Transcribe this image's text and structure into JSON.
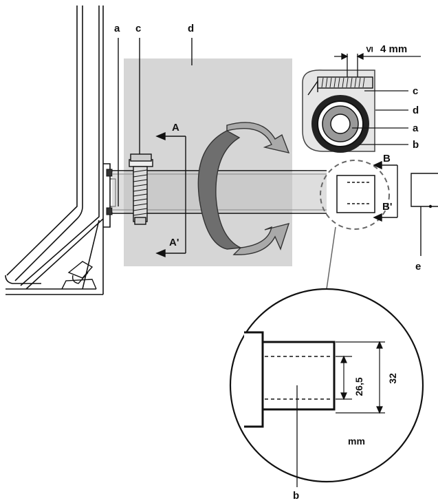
{
  "labels": {
    "a": "a",
    "b": "b",
    "c": "c",
    "d": "d",
    "e": "e",
    "A": "A",
    "A_prime": "A'",
    "B": "B",
    "B_prime": "B'"
  },
  "clamp_detail": {
    "gap_text": "≤ 4 mm",
    "label_a": "a",
    "label_b": "b",
    "label_c": "c",
    "label_d": "d"
  },
  "zoom_detail": {
    "inner_diameter": "26,5",
    "outer_diameter": "32",
    "unit": "mm",
    "label_b": "b"
  },
  "colors": {
    "panel_gray": "#d6d6d6",
    "arrow_dark": "#6e6e6e",
    "arrow_light": "#a9a9a9",
    "line": "#111111"
  }
}
